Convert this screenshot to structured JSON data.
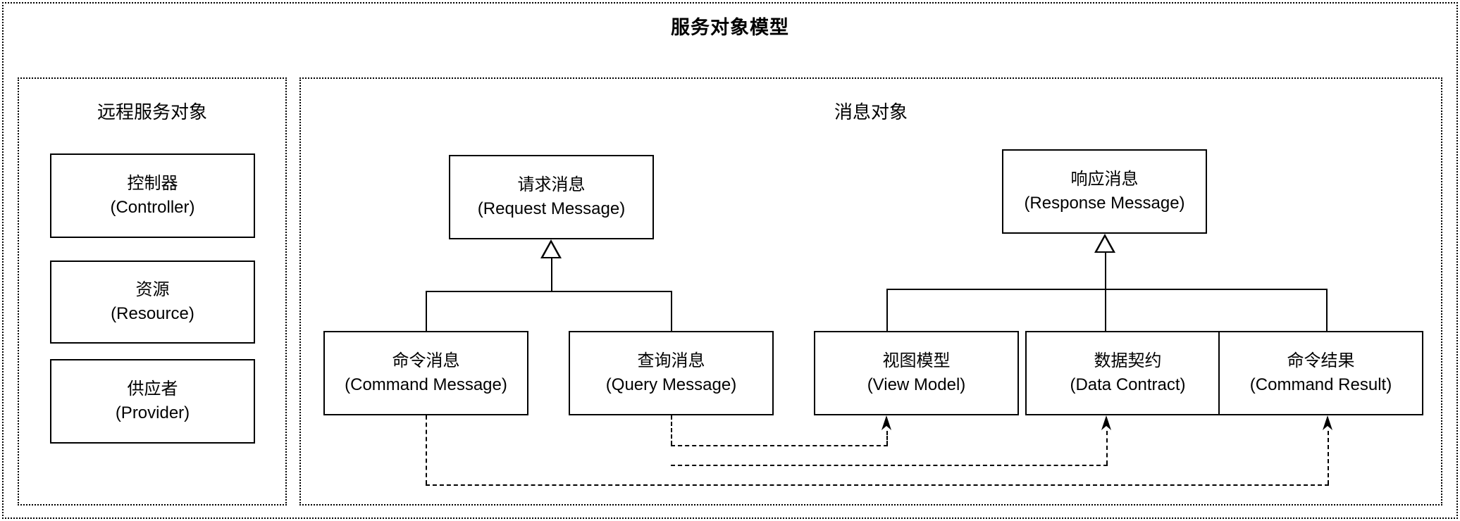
{
  "diagram": {
    "title": "服务对象模型",
    "groups": [
      {
        "id": "remote-service-objects",
        "title": "远程服务对象"
      },
      {
        "id": "message-objects",
        "title": "消息对象"
      }
    ],
    "nodes": [
      {
        "id": "controller",
        "cn": "控制器",
        "en": "(Controller)"
      },
      {
        "id": "resource",
        "cn": "资源",
        "en": "(Resource)"
      },
      {
        "id": "provider",
        "cn": "供应者",
        "en": "(Provider)"
      },
      {
        "id": "request-message",
        "cn": "请求消息",
        "en": "(Request Message)"
      },
      {
        "id": "response-message",
        "cn": "响应消息",
        "en": "(Response Message)"
      },
      {
        "id": "command-message",
        "cn": "命令消息",
        "en": "(Command Message)"
      },
      {
        "id": "query-message",
        "cn": "查询消息",
        "en": "(Query Message)"
      },
      {
        "id": "view-model",
        "cn": "视图模型",
        "en": "(View Model)"
      },
      {
        "id": "data-contract",
        "cn": "数据契约",
        "en": "(Data Contract)"
      },
      {
        "id": "command-result",
        "cn": "命令结果",
        "en": "(Command Result)"
      }
    ],
    "generalizations": [
      {
        "from": "command-message",
        "to": "request-message"
      },
      {
        "from": "query-message",
        "to": "request-message"
      },
      {
        "from": "view-model",
        "to": "response-message"
      },
      {
        "from": "data-contract",
        "to": "response-message"
      },
      {
        "from": "command-result",
        "to": "response-message"
      }
    ],
    "dependencies": [
      {
        "from": "command-message",
        "to": "command-result"
      },
      {
        "from": "query-message",
        "to": "view-model"
      },
      {
        "from": "query-message",
        "to": "data-contract"
      }
    ],
    "colors": {
      "stroke": "#000000",
      "background": "#ffffff"
    }
  }
}
